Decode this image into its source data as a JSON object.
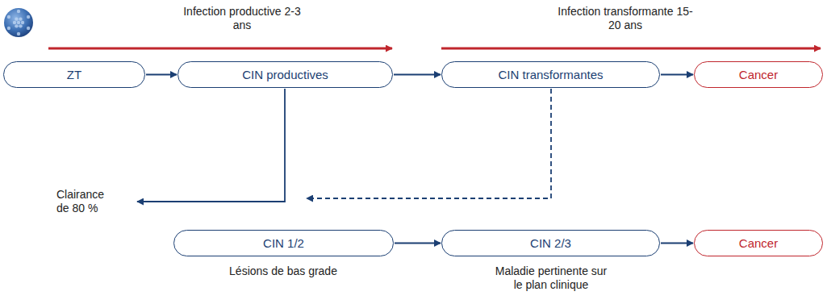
{
  "diagram": {
    "nodes": [
      {
        "text": [
          "ZT"
        ]
      },
      {
        "text": [
          "CIN productives"
        ]
      },
      {
        "text": [
          "CIN transformantes"
        ]
      },
      {
        "text": [
          "Cancer"
        ]
      },
      {
        "text": [
          "CIN 1/2"
        ]
      },
      {
        "text": [
          "CIN 2/3"
        ]
      },
      {
        "text": [
          "Cancer"
        ]
      }
    ],
    "edges": [
      {
        "from": 0,
        "to": 1,
        "arrow": "to"
      },
      {
        "from": 1,
        "to": 2,
        "arrow": "to"
      },
      {
        "from": 2,
        "to": 3,
        "arrow": "to"
      },
      {
        "from": 4,
        "to": 5,
        "arrow": "to"
      },
      {
        "from": 5,
        "to": 6,
        "arrow": "to"
      }
    ],
    "labels": [
      "Infection productive 2-3 ans",
      "Infection transformante 15-20 ans",
      "Clairance de 80 %",
      "Lésions de bas grade",
      "Maladie pertinente sur le plan clinique"
    ]
  }
}
